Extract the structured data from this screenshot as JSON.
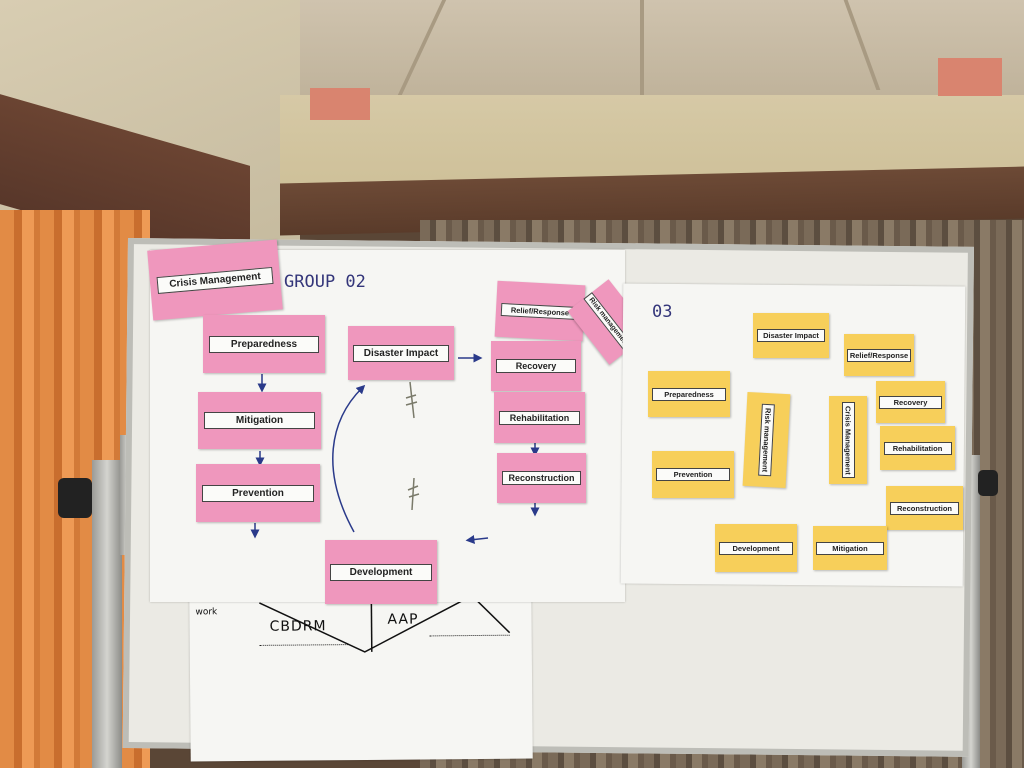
{
  "sheet_left": {
    "heading": "GROUP 02",
    "cards": {
      "crisis_management": "Crisis Management",
      "preparedness": "Preparedness",
      "mitigation": "Mitigation",
      "prevention": "Prevention",
      "disaster_impact": "Disaster Impact",
      "relief_response": "Relief/Response",
      "risk_management": "Risk management",
      "recovery": "Recovery",
      "rehabilitation": "Rehabilitation",
      "reconstruction": "Reconstruction",
      "development": "Development"
    }
  },
  "sheet_right": {
    "heading": "03",
    "cards": {
      "disaster_impact": "Disaster Impact",
      "relief_response": "Relief/Response",
      "preparedness": "Preparedness",
      "risk_management": "Risk management",
      "crisis_management": "Crisis Management",
      "recovery": "Recovery",
      "rehabilitation": "Rehabilitation",
      "prevention": "Prevention",
      "reconstruction": "Reconstruction",
      "development": "Development",
      "mitigation": "Mitigation"
    }
  },
  "bottom_sheet": {
    "cbdrm": "CBDRM",
    "aap": "AAP",
    "work": "work"
  },
  "colors": {
    "pink_card": "#ef97bd",
    "yellow_card": "#f7cf5a",
    "arrow_ink": "#2a3a8a"
  }
}
